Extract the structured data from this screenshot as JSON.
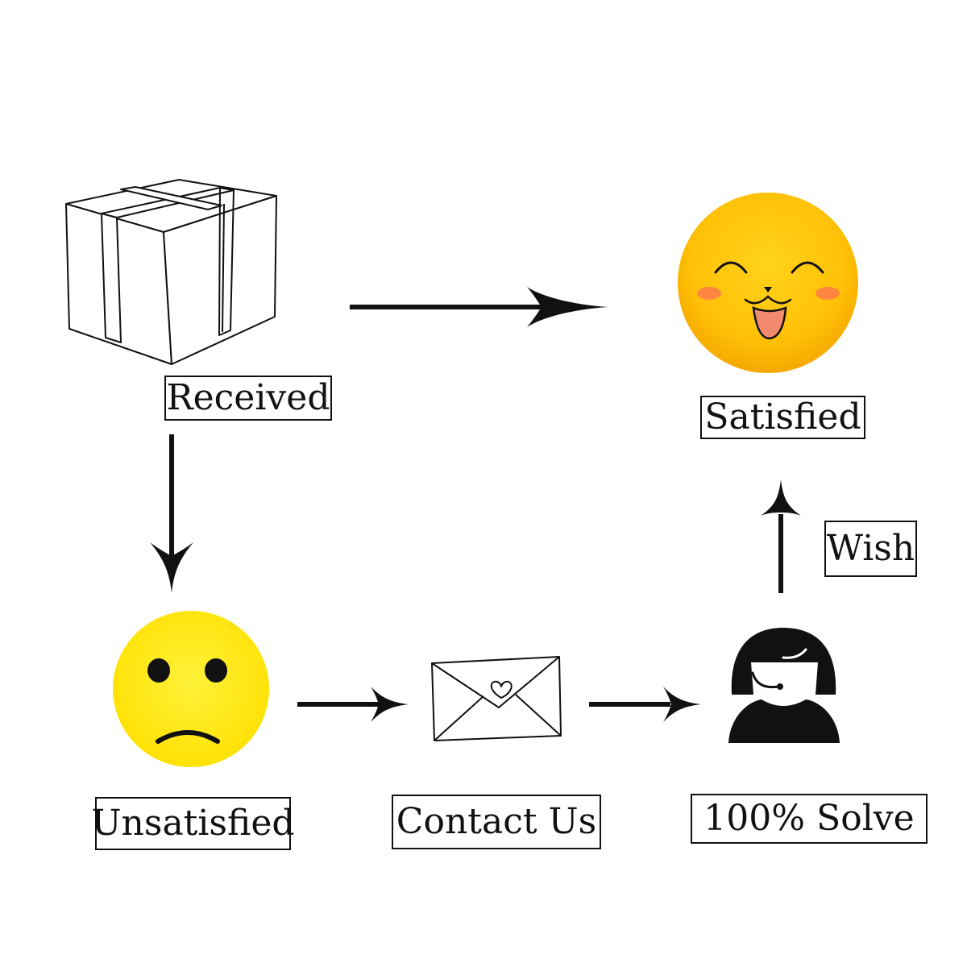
{
  "nodes": {
    "received": {
      "label": "Received",
      "icon": "box-icon"
    },
    "satisfied": {
      "label": "Satisfied",
      "icon": "happy-face-icon"
    },
    "unsatisfied": {
      "label": "Unsatisfied",
      "icon": "sad-face-icon"
    },
    "contact": {
      "label": "Contact Us",
      "icon": "envelope-icon"
    },
    "solve": {
      "label": "100% Solve",
      "icon": "support-agent-icon"
    }
  },
  "edges": {
    "wish": {
      "label": "Wish"
    }
  },
  "colors": {
    "ink": "#111111",
    "happy_face": "#ffc107",
    "sad_face": "#ffea00",
    "blush": "#ff7a4a",
    "tongue": "#f28a6e"
  }
}
